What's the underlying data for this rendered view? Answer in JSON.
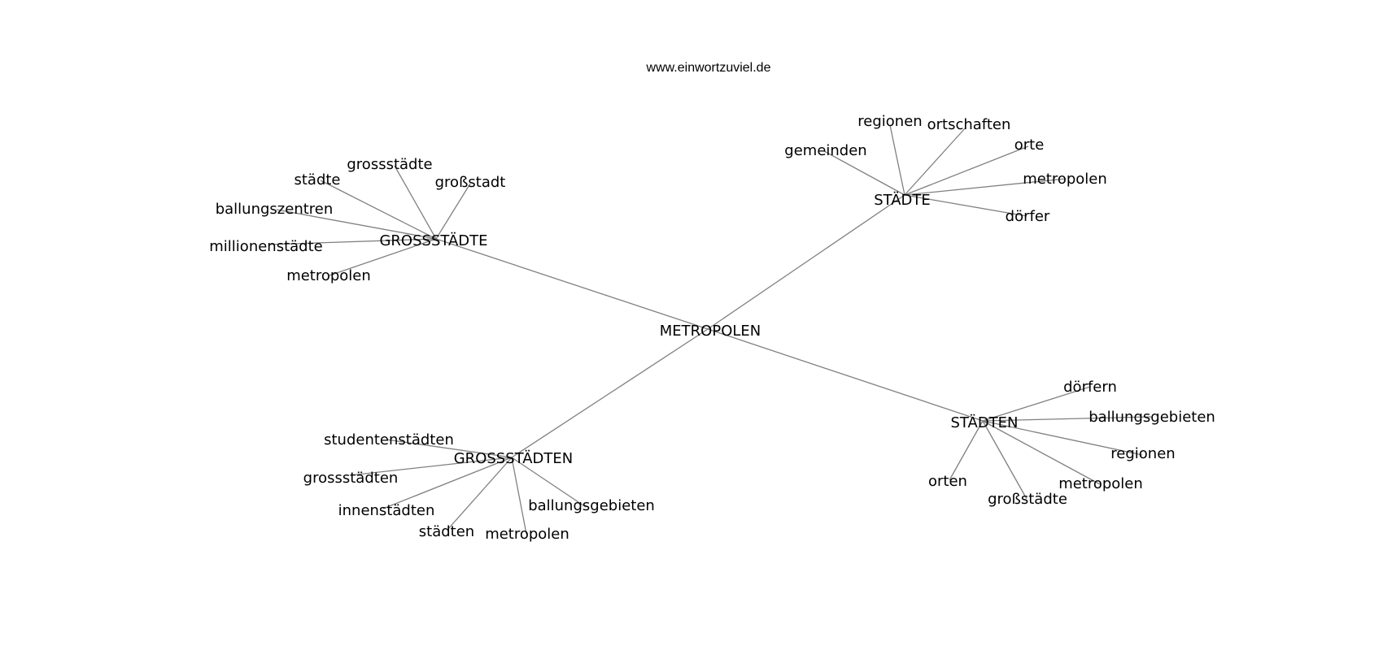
{
  "header": {
    "site_url": "www.einwortzuviel.de"
  },
  "graph": {
    "root": "METROPOLEN",
    "hubs": [
      {
        "id": "grossstaedte",
        "label": "GROSSSTÄDTE",
        "leaves": [
          "grossstädte",
          "großstadt",
          "städte",
          "ballungszentren",
          "millionenstädte",
          "metropolen"
        ]
      },
      {
        "id": "staedte",
        "label": "STÄDTE",
        "leaves": [
          "regionen",
          "ortschaften",
          "gemeinden",
          "orte",
          "metropolen",
          "dörfer"
        ]
      },
      {
        "id": "staedten",
        "label": "STÄDTEN",
        "leaves": [
          "dörfern",
          "ballungsgebieten",
          "regionen",
          "orten",
          "metropolen",
          "großstädte"
        ]
      },
      {
        "id": "grossstaedten",
        "label": "GROSSSTÄDTEN",
        "leaves": [
          "studentenstädten",
          "grossstädten",
          "innenstädten",
          "ballungsgebieten",
          "städten",
          "metropolen"
        ]
      }
    ]
  },
  "colors": {
    "edge": "#808080",
    "text": "#000000",
    "background": "#ffffff"
  }
}
